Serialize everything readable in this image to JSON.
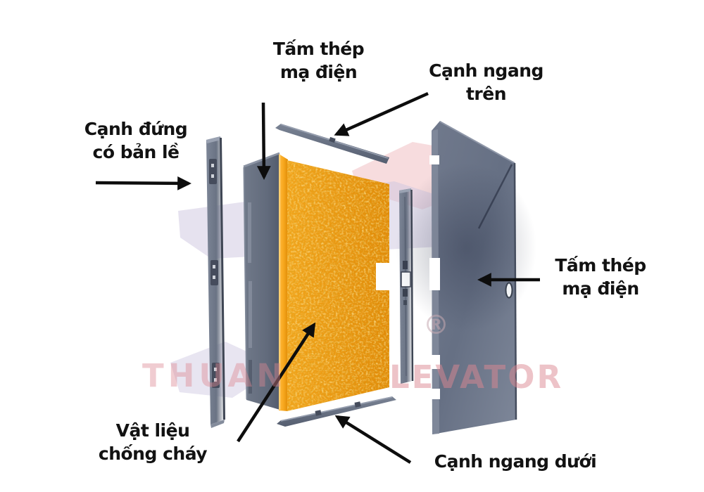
{
  "labels": {
    "steel_top": {
      "line1": "Tấm thép",
      "line2": "mạ điện"
    },
    "edge_top": {
      "line1": "Cạnh ngang",
      "line2": "trên"
    },
    "edge_hinge": {
      "line1": "Cạnh đứng",
      "line2": "có bản lề"
    },
    "steel_right": {
      "line1": "Tấm thép",
      "line2": "mạ điện"
    },
    "core": {
      "line1": "Vật liệu",
      "line2": "chống cháy"
    },
    "edge_bottom": {
      "text": "Cạnh ngang dưới"
    }
  },
  "watermark": {
    "left": "THUAN",
    "right": "LEVATOR",
    "registered": "®"
  },
  "colors": {
    "label_text": "#121212",
    "arrow": "#0d0d0d",
    "wm_pink": "#dd8892",
    "wm_reg": "#c5a9b1",
    "logo_pink": "#efb9bd",
    "logo_lavender": "#cdc6e0",
    "steel_face": "#6b7487",
    "steel_dark": "#4d5565",
    "steel_light": "#8d95a6",
    "core_orange": "#e8920e",
    "core_orange_light": "#f7c04a",
    "core_orange_dark": "#a86703",
    "core_edge": "#f5a11d",
    "bg": "#ffffff"
  }
}
